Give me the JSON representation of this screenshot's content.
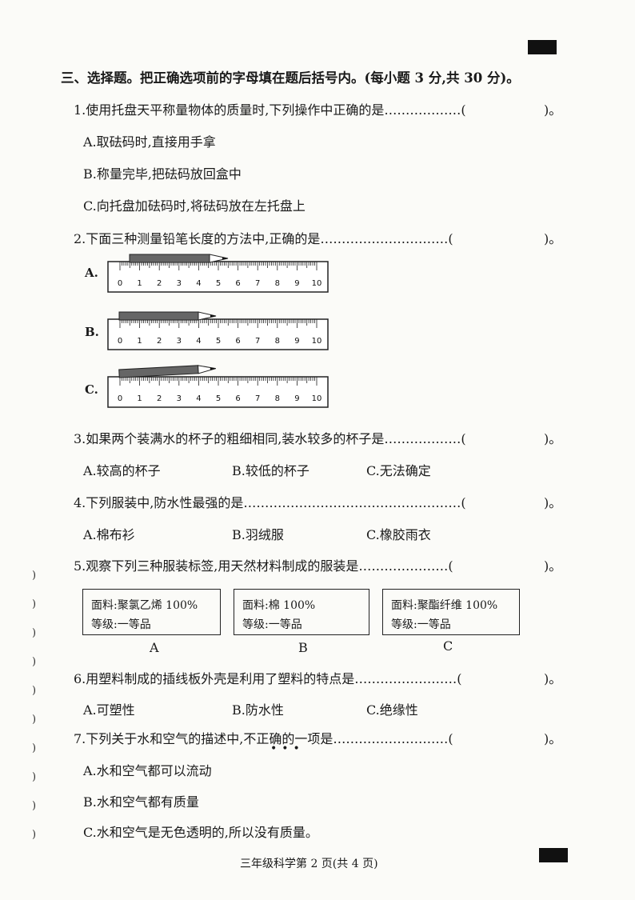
{
  "section_title": "三、选择题。把正确选项前的字母填在题后括号内。(每小题 3 分,共 30 分)。",
  "questions": [
    {
      "stem": "1.使用托盘天平称量物体的质量时,下列操作中正确的是………………(",
      "close": ")。",
      "options": [
        "A.取砝码时,直接用手拿",
        "B.称量完毕,把砝码放回盒中",
        "C.向托盘加砝码时,将砝码放在左托盘上"
      ]
    },
    {
      "stem": "2.下面三种测量铅笔长度的方法中,正确的是…………………………(",
      "close": ")。",
      "options": [
        "A.",
        "B.",
        "C."
      ]
    },
    {
      "stem": "3.如果两个装满水的杯子的粗细相同,装水较多的杯子是………………(",
      "close": ")。",
      "options": [
        "A.较高的杯子",
        "B.较低的杯子",
        "C.无法确定"
      ]
    },
    {
      "stem": "4.下列服装中,防水性最强的是……………………………………………(",
      "close": ")。",
      "options": [
        "A.棉布衫",
        "B.羽绒服",
        "C.橡胶雨衣"
      ]
    },
    {
      "stem": "5.观察下列三种服装标签,用天然材料制成的服装是…………………(",
      "close": ")。",
      "options": [
        "A",
        "B",
        "C"
      ]
    },
    {
      "stem": "6.用塑料制成的插线板外壳是利用了塑料的特点是……………………(",
      "close": ")。",
      "options": [
        "A.可塑性",
        "B.防水性",
        "C.绝缘性"
      ]
    },
    {
      "stem": "7.下列关于水和空气的描述中,不正确的一项是………………………(",
      "close": ")。",
      "options": [
        "A.水和空气都可以流动",
        "B.水和空气都有质量",
        "C.水和空气是无色透明的,所以没有质量。"
      ]
    }
  ],
  "ruler_ticks": [
    "0",
    "1",
    "2",
    "3",
    "4",
    "5",
    "6",
    "7",
    "8",
    "9",
    "10"
  ],
  "labels": [
    {
      "line1": "面料:聚氯乙烯  100%",
      "line2": "等级:一等品"
    },
    {
      "line1": "面料:棉  100%",
      "line2": "等级:一等品"
    },
    {
      "line1": "面料:聚酯纤维  100%",
      "line2": "等级:一等品"
    }
  ],
  "emphasis_dots": "•••",
  "margin_marks": [
    ")",
    ")",
    ")",
    ")",
    ")",
    ")",
    ")",
    ")",
    ")",
    ")"
  ],
  "footer": "三年级科学第 2 页(共 4 页)"
}
